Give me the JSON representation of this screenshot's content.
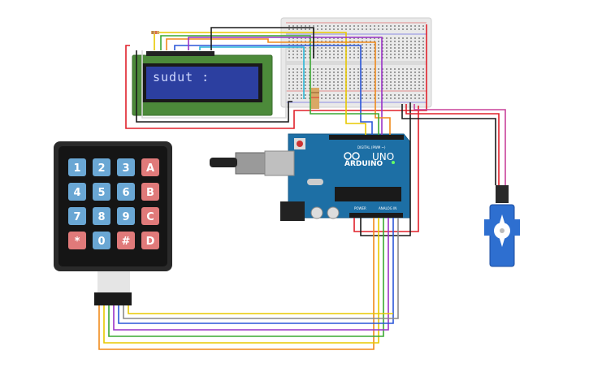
{
  "lcd": {
    "text": "sudut :"
  },
  "keypad": {
    "rows": [
      [
        "1",
        "2",
        "3",
        "A"
      ],
      [
        "4",
        "5",
        "6",
        "B"
      ],
      [
        "7",
        "8",
        "9",
        "C"
      ],
      [
        "*",
        "0",
        "#",
        "D"
      ]
    ]
  },
  "arduino": {
    "brand": "ARDUINO",
    "model": "UNO",
    "header_digital": "DIGITAL (PWM ~)",
    "header_power": "POWER",
    "header_analog": "ANALOG IN"
  },
  "colors": {
    "wire_red": "#e0202a",
    "wire_black": "#1a1a1a",
    "wire_orange": "#f08a1c",
    "wire_yellow": "#e8c800",
    "wire_green": "#3aa832",
    "wire_blue": "#2a56d8",
    "wire_purple": "#9a32c8",
    "wire_cyan": "#2ab8d8",
    "wire_white": "#d8d8d8",
    "wire_brown": "#8b5a2b",
    "wire_gray": "#8a8a8a",
    "arduino_board": "#1d6fa5",
    "lcd_board": "#4c8a3a",
    "lcd_screen": "#2c3fa0",
    "keypad_body": "#2a2a2a",
    "key_blue": "#6aa7d4",
    "key_red": "#e07a7a",
    "servo_body": "#2e6fd0"
  }
}
